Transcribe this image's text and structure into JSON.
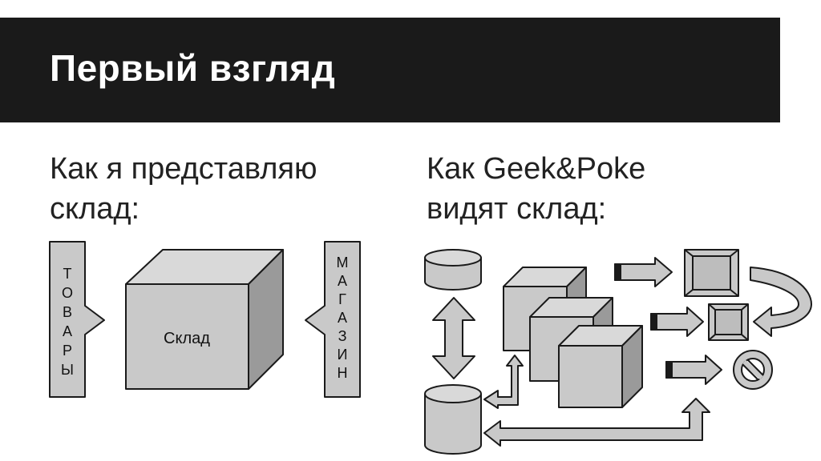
{
  "slide": {
    "title": "Первый взгляд",
    "left_heading": [
      "Как я представляю",
      "склад:"
    ],
    "right_heading": [
      "Как Geek&Poke",
      "видят склад:"
    ]
  },
  "left_diagram": {
    "goods_letters": [
      "Т",
      "О",
      "В",
      "А",
      "Р",
      "Ы"
    ],
    "warehouse_label": "Склад",
    "shop_letters": [
      "М",
      "А",
      "Г",
      "А",
      "З",
      "И",
      "Н"
    ]
  },
  "colors": {
    "title_bar": "#1a1a1a",
    "title_text": "#ffffff",
    "shape_fill": "#c9c9c9",
    "shape_light": "#d9d9d9",
    "shape_dark": "#9a9a9a",
    "stroke": "#1a1a1a"
  }
}
